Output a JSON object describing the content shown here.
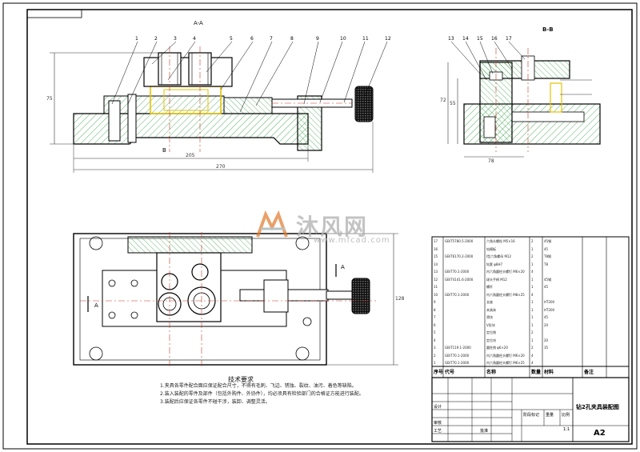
{
  "views": {
    "section_a": "A-A",
    "section_b": "B-B",
    "marker_a": "A",
    "marker_b": "B"
  },
  "dimensions": {
    "total_length": "270",
    "inner_length": "205",
    "height_left": "75",
    "height_right_1": "72",
    "height_right_2": "55",
    "width_right": "78",
    "plan_height": "128"
  },
  "balloons_front": [
    "1",
    "2",
    "3",
    "4",
    "5",
    "6",
    "7",
    "8",
    "9",
    "10",
    "11",
    "12"
  ],
  "balloons_side": [
    "13",
    "14",
    "15",
    "16",
    "17"
  ],
  "tech_title": "技术要求",
  "tech_notes": [
    "1.夹具各零件配合面应保证配合尺寸，不得有毛刺、飞边、锈蚀、裂纹、油污、着色等缺陷。",
    "2.装入装配的零件及部件（包括外购件、外协件），均必须具有检验部门的合格证方能进行装配。",
    "3.装配后应保证各零件不碰干涉，装卸、调整灵活。"
  ],
  "bom_rows": [
    [
      "17",
      "GB/T5780.5-2000",
      "六角头螺栓 M5×16",
      "2",
      "45钢",
      ""
    ],
    [
      "16",
      "",
      "钻模板",
      "1",
      "45",
      ""
    ],
    [
      "15",
      "GB/T6170.2-2000",
      "I型六角螺母 M12",
      "2",
      "T8钢",
      ""
    ],
    [
      "14",
      "",
      "钻套 φ8H7",
      "1",
      "T8",
      ""
    ],
    [
      "13",
      "GB/T70.1-2000",
      "内六角圆柱头螺钉 M6×20",
      "4",
      "",
      ""
    ],
    [
      "12",
      "GB/T4141.6-2000",
      "球头手柄 M12",
      "1",
      "45钢",
      ""
    ],
    [
      "11",
      "",
      "螺杆",
      "1",
      "45",
      ""
    ],
    [
      "10",
      "GB/T70.1-2000",
      "内六角圆柱头螺钉 M8×25",
      "4",
      "",
      ""
    ],
    [
      "9",
      "",
      "支座",
      "1",
      "HT200",
      ""
    ],
    [
      "8",
      "",
      "夹具体",
      "1",
      "HT200",
      ""
    ],
    [
      "7",
      "",
      "滑块",
      "1",
      "45",
      ""
    ],
    [
      "6",
      "",
      "V形块",
      "1",
      "20",
      ""
    ],
    [
      "5",
      "",
      "定位销",
      "2",
      "",
      ""
    ],
    [
      "4",
      "",
      "定位块",
      "1",
      "20",
      ""
    ],
    [
      "3",
      "GB/T119.1-2000",
      "圆柱销 φ6×20",
      "2",
      "35",
      ""
    ],
    [
      "2",
      "GB/T70.1-2000",
      "内六角圆柱头螺钉 M6×20",
      "4",
      "",
      ""
    ],
    [
      "1",
      "GB/T70.1-2000",
      "内六角圆柱头螺钉 M6×25",
      "4",
      "",
      ""
    ]
  ],
  "bom_header": [
    "序号",
    "代号",
    "名称",
    "数量",
    "材料",
    "备注"
  ],
  "title_block": {
    "drawing_title": "钻2孔夹具装配图",
    "sheet_size": "A2",
    "scale": "1:1",
    "label_design": "设计",
    "label_check": "审核",
    "label_process": "工艺",
    "label_approve": "批准",
    "label_stage": "阶段标记",
    "label_weight": "重量",
    "label_ratio": "比例"
  },
  "watermark": {
    "brand": "沐风网",
    "url": "www.mfcad.com"
  },
  "colors": {
    "line": "#000000",
    "hatch": "#2a9d3a",
    "center": "#c0392b",
    "yellow": "#e6c200",
    "dim": "#333333"
  }
}
